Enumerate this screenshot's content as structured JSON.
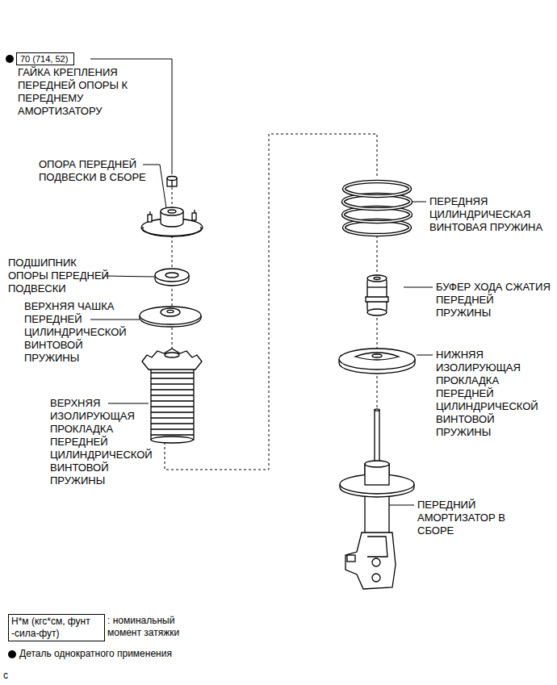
{
  "diagram": {
    "nodes": [
      {
        "text": [
          "70 (714, 52)"
        ]
      },
      {
        "text": [
          "Н*м (кгс*см, фунт -сила-фут)"
        ]
      }
    ],
    "labels": [
      "ГАЙКА КРЕПЛЕНИЯ ПЕРЕДНЕЙ ОПОРЫ К ПЕРЕДНЕМУ АМОРТИЗАТОРУ",
      "ОПОРА ПЕРЕДНЕЙ ПОДВЕСКИ В СБОРЕ",
      "ПОДШИПНИК ОПОРЫ ПЕРЕДНЕЙ ПОДВЕСКИ",
      "ВЕРХНЯЯ ЧАШКА ПЕРЕДНЕЙ ЦИЛИНДРИЧЕСКОЙ ВИНТОВОЙ ПРУЖИНЫ",
      "ВЕРХНЯЯ ИЗОЛИРУЮЩАЯ ПРОКЛАДКА ПЕРЕДНЕЙ ЦИЛИНДРИЧЕСКОЙ ВИНТОВОЙ ПРУЖИНЫ",
      "ПЕРЕДНЯЯ ЦИЛИНДРИЧЕСКАЯ ВИНТОВАЯ ПРУЖИНА",
      "БУФЕР ХОДА СЖАТИЯ ПЕРЕДНЕЙ ПРУЖИНЫ",
      "НИЖНЯЯ ИЗОЛИРУЮЩАЯ ПРОКЛАДКА ПЕРЕДНЕЙ ЦИЛИНДРИЧЕСКОЙ ВИНТОВОЙ ПРУЖИНЫ",
      "ПЕРЕДНИЙ АМОРТИЗАТОР В СБОРЕ",
      ": номинальный момент затяжки",
      "c"
    ],
    "legend": [
      {
        "text": "Деталь однократного применения"
      }
    ]
  }
}
